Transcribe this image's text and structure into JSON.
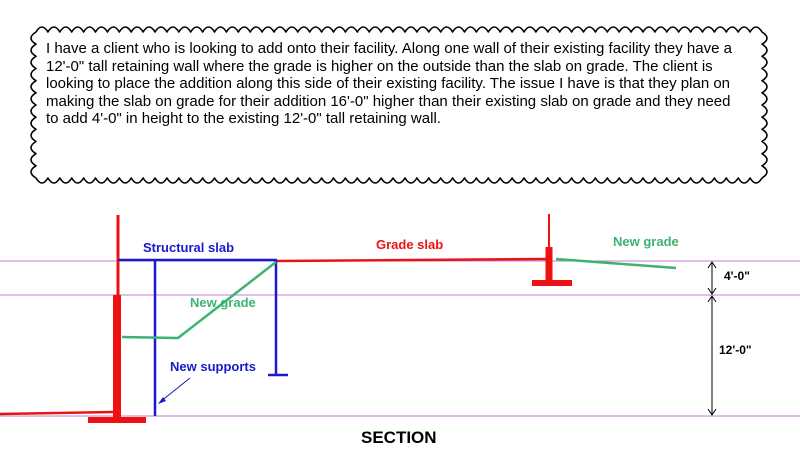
{
  "callout": {
    "text": "I have a client who is looking to add onto their facility. Along one wall of their existing facility they have a 12'-0\" tall retaining wall where the grade is higher on the outside than the slab on grade. The client is looking to place the addition along this side of their existing facility. The issue I have is that they plan on making the slab on grade for their addition 16'-0\" higher than their existing slab on grade and they need to add 4'-0\" in height to the existing 12'-0\" tall retaining wall."
  },
  "labels": {
    "structural_slab": "Structural slab",
    "grade_slab": "Grade slab",
    "new_grade_right": "New grade",
    "new_grade_left": "New grade",
    "new_supports": "New supports",
    "dim_upper": "4'-0\"",
    "dim_lower": "12'-0\"",
    "section": "SECTION"
  },
  "colors": {
    "wall": "#ee1111",
    "structural": "#1a1acc",
    "grade": "#3cb371",
    "guide": "#c080d0",
    "dimension": "#000000",
    "text": "#000000"
  }
}
